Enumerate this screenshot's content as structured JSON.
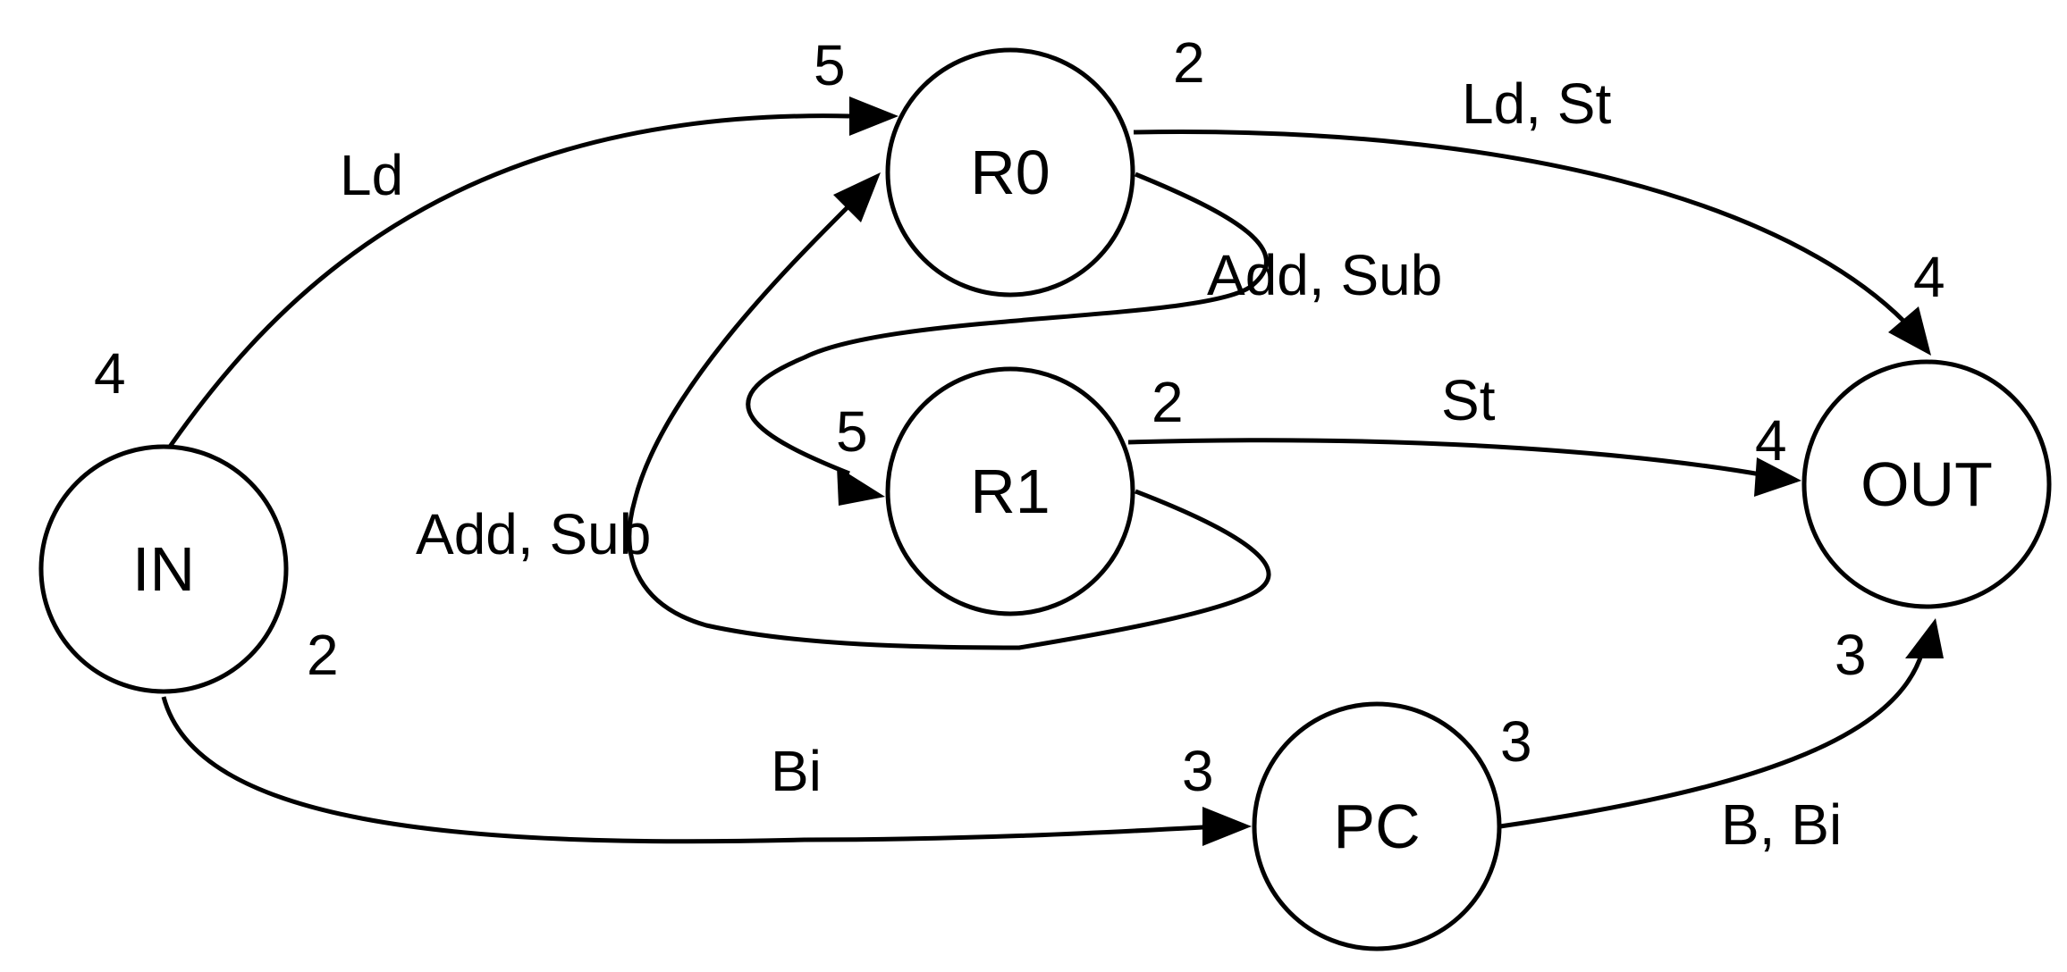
{
  "nodes": {
    "in": "IN",
    "r0": "R0",
    "r1": "R1",
    "pc": "PC",
    "out": "OUT"
  },
  "edges": {
    "in_r0": "Ld",
    "r0_out": "Ld, St",
    "r0_r1": "Add, Sub",
    "r1_r0": "Add, Sub",
    "r1_out": "St",
    "in_pc": "Bi",
    "pc_out": "B, Bi"
  },
  "numbers": {
    "in_top": "4",
    "in_bottom": "2",
    "r0_in": "5",
    "r0_out": "2",
    "r1_in": "5",
    "r1_out": "2",
    "out_top": "4",
    "out_left": "4",
    "out_bottom": "3",
    "pc_in": "3",
    "pc_out": "3"
  }
}
